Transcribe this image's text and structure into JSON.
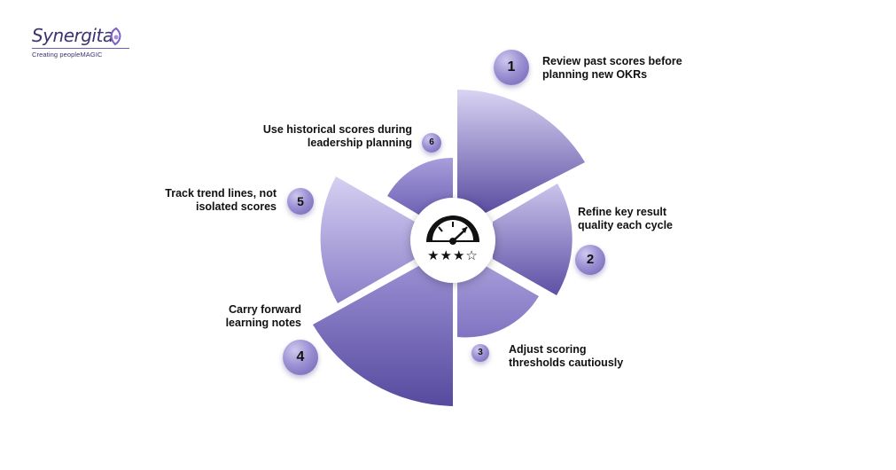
{
  "brand": {
    "name": "Synergita",
    "tagline": "Creating peopleMAGIC",
    "color": "#3b3470"
  },
  "center": {
    "icon": "gauge-icon",
    "rating_stars": "★★★☆"
  },
  "steps": [
    {
      "number": "1",
      "text_line1": "Review past scores before",
      "text_line2": "planning new OKRs"
    },
    {
      "number": "2",
      "text_line1": "Refine key result",
      "text_line2": "quality each cycle"
    },
    {
      "number": "3",
      "text_line1": "Adjust scoring",
      "text_line2": "thresholds cautiously"
    },
    {
      "number": "4",
      "text_line1": "Carry forward",
      "text_line2": "learning notes"
    },
    {
      "number": "5",
      "text_line1": "Track trend lines, not",
      "text_line2": "isolated scores"
    },
    {
      "number": "6",
      "text_line1": "Use historical scores during",
      "text_line2": "leadership planning"
    }
  ],
  "colors": {
    "segment_light": "#d9d4f3",
    "segment_dark": "#5b4ea2"
  }
}
